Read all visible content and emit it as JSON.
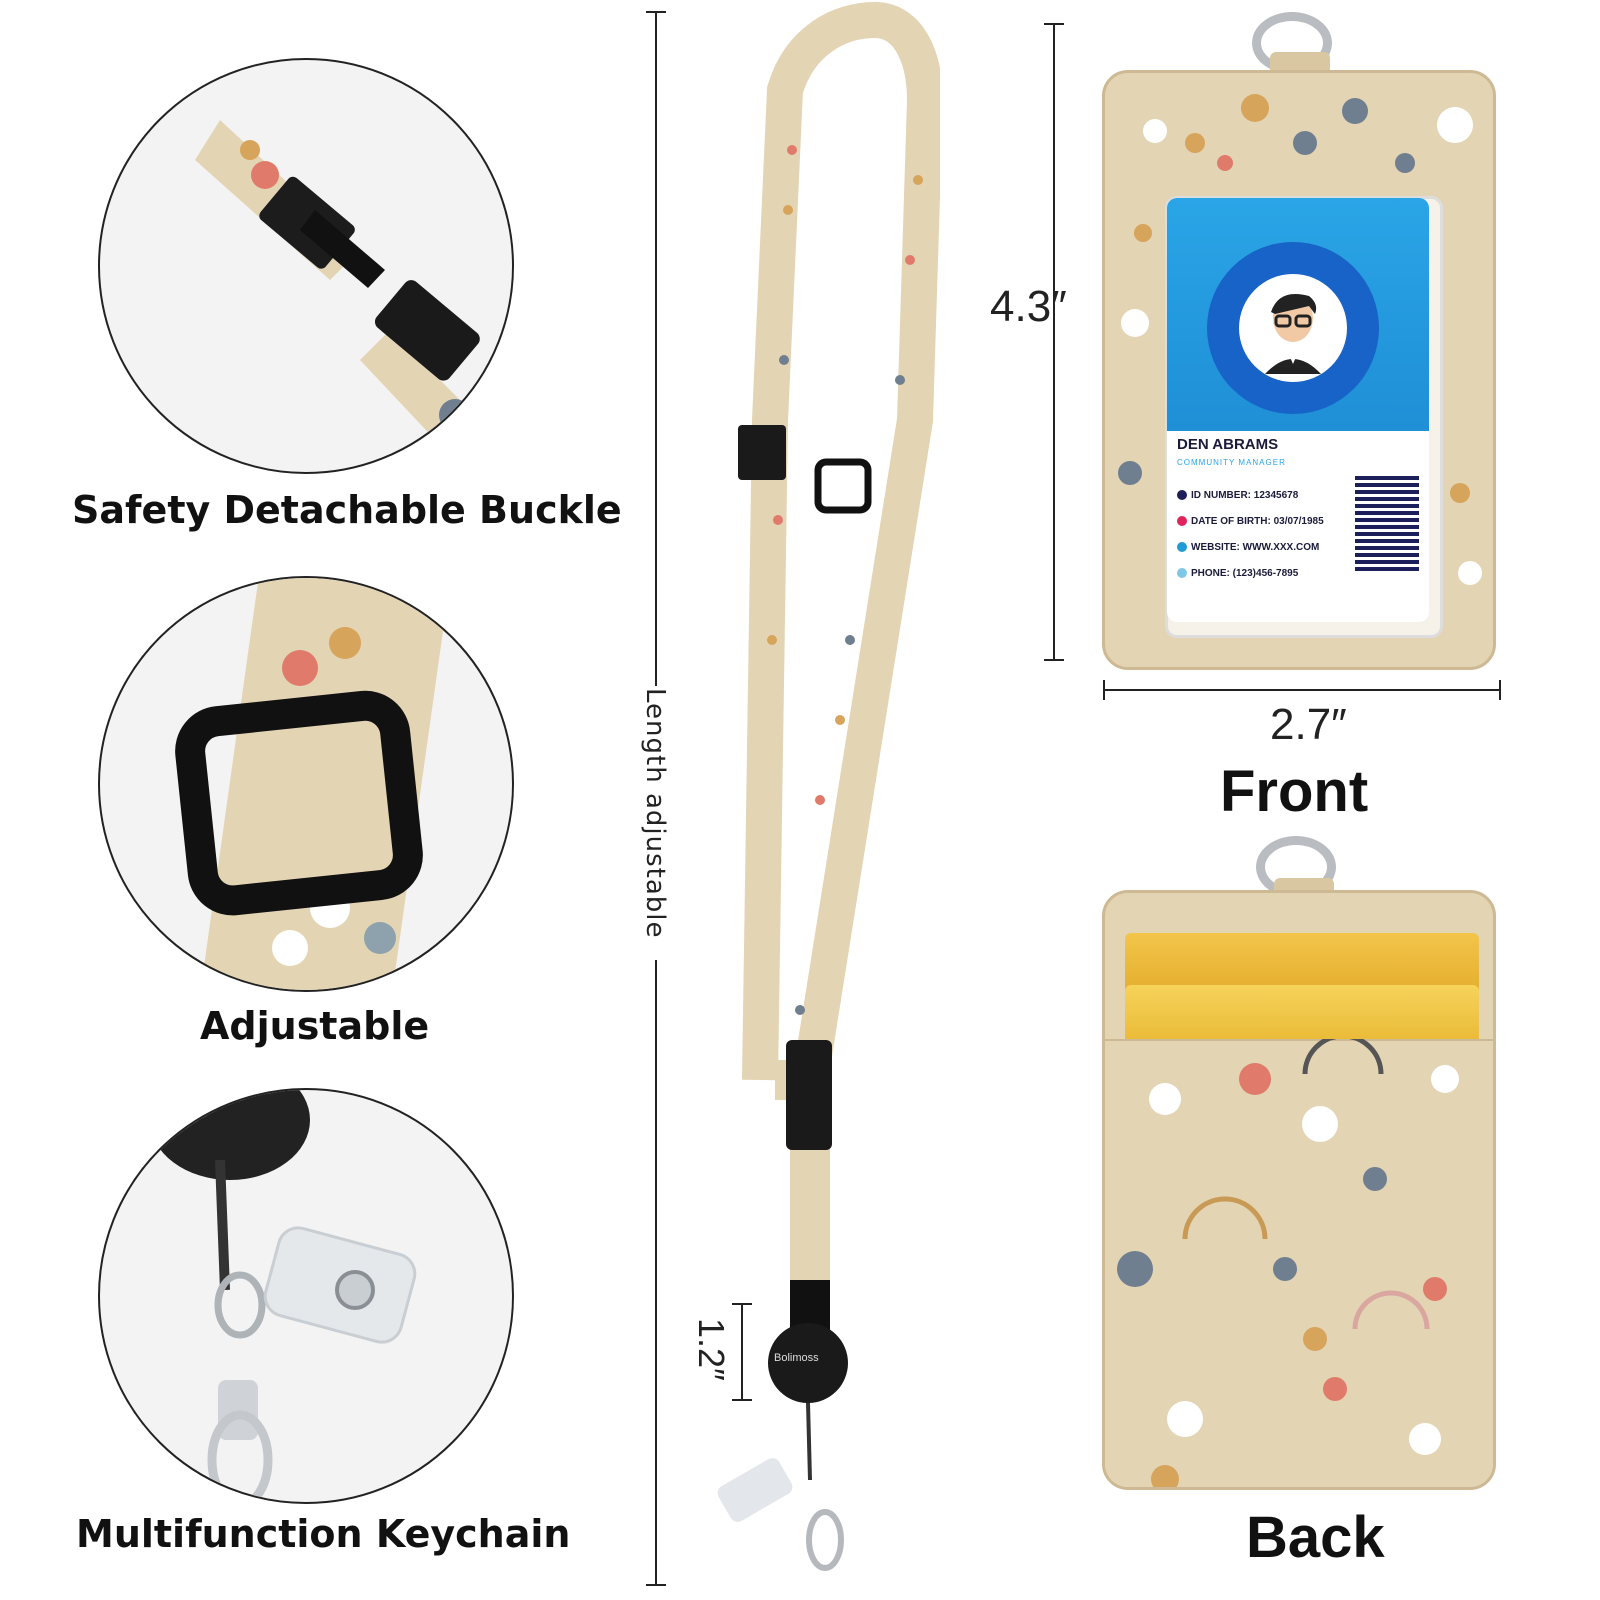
{
  "features": [
    {
      "caption": "Safety Detachable Buckle",
      "icon": "buckle-icon"
    },
    {
      "caption": "Adjustable",
      "icon": "slider-icon"
    },
    {
      "caption": "Multifunction Keychain",
      "icon": "keychain-icon"
    }
  ],
  "lanyard": {
    "length_label": "Length adjustable",
    "reel_size": "1.2″",
    "reel_brand": "Bolimoss"
  },
  "front": {
    "label": "Front",
    "height": "4.3″",
    "width": "2.7″",
    "id_card": {
      "name": "DEN ABRAMS",
      "role": "COMMUNITY MANAGER",
      "lines": [
        {
          "text": "ID NUMBER: 12345678",
          "color": "#1d1f5a"
        },
        {
          "text": "DATE OF BIRTH: 03/07/1985",
          "color": "#e0245e"
        },
        {
          "text": "WEBSITE: WWW.XXX.COM",
          "color": "#1f9bd6"
        },
        {
          "text": "PHONE: (123)456-7895",
          "color": "#7ec8e6"
        }
      ]
    }
  },
  "back": {
    "label": "Back"
  },
  "colors": {
    "pattern_base": "#e3d4b4",
    "id_blue": "#2aa5e6",
    "buckle_black": "#1a1a1a"
  }
}
